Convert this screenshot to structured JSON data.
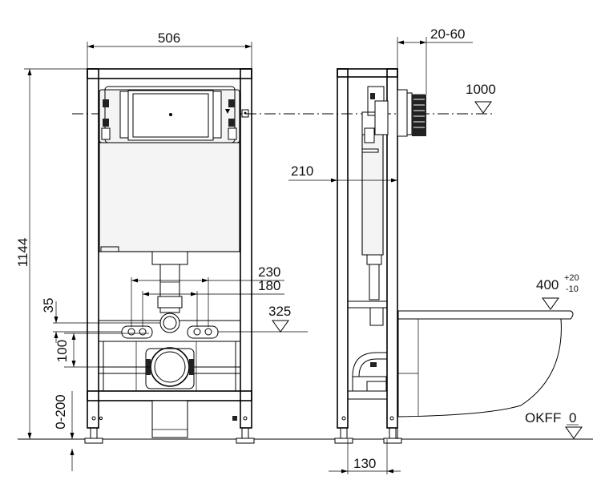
{
  "dimensions": {
    "frame_width": "506",
    "wall_offset": "20-60",
    "axis_height": "1000",
    "frame_height": "1144",
    "depth": "210",
    "bolt_spacing_outer": "230",
    "bolt_spacing_inner": "180",
    "bolt_height": "325",
    "bolt_to_drain": "35",
    "drain_diameter": "100",
    "leg_adjust": "0-200",
    "drain_offset": "130",
    "bowl_height": "400",
    "bowl_tol_plus": "+20",
    "bowl_tol_minus": "-10",
    "floor_ref": "OKFF",
    "floor_value": "0"
  }
}
